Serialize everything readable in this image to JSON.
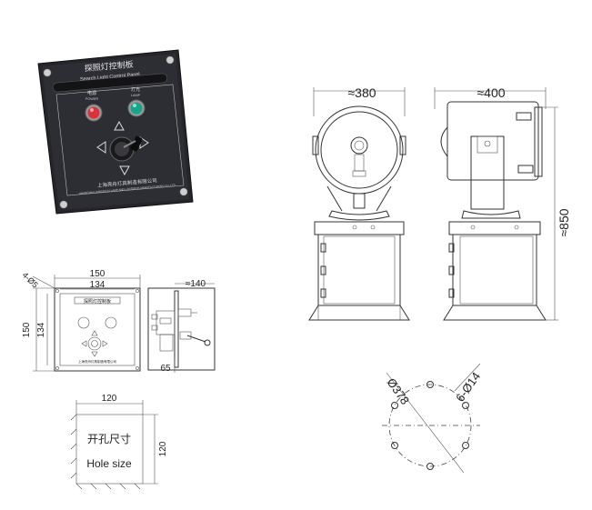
{
  "control_panel": {
    "title_cn": "探照灯控制板",
    "title_en": "Search Light Control Panel",
    "power_label_cn": "电源",
    "power_label_en": "POWER",
    "lamp_label_cn": "灯光",
    "lamp_label_en": "LAMP",
    "maker_cn": "上海亮舟灯具制造有限公司",
    "maker_en": "SHANGHAI LIANGZHOU LAMP AND LANTERNS MANUFACTURING CO.,LTD",
    "colors": {
      "panel": "#2a2a30",
      "power_lamp": "#d8323a",
      "lamp_lamp": "#1aa38a"
    }
  },
  "front_drawing": {
    "width_outer": "150",
    "width_inner": "134",
    "height_outer": "150",
    "height_inner": "134",
    "holes": "4-Ø5",
    "panel_title": "探照灯控制板",
    "maker": "上海亮舟灯具制造有限公司"
  },
  "side_drawing": {
    "depth": "≈140",
    "panel_depth": "65"
  },
  "hole_drawing": {
    "width": "120",
    "height": "120",
    "label_cn": "开孔尺寸",
    "label_en": "Hole size"
  },
  "lamp_drawing": {
    "width_front": "≈380",
    "width_side": "≈400",
    "height": "≈850"
  },
  "flange_drawing": {
    "pcd": "Ø378",
    "holes": "6-Ø14"
  }
}
